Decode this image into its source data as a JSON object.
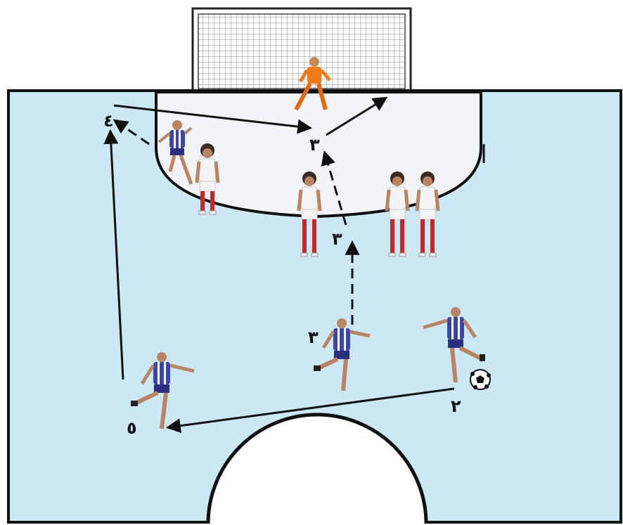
{
  "colors": {
    "pitch": "#cde8f5",
    "area": "#f2f4f7",
    "line": "#111111",
    "attacker_shirt": "#3b46a8",
    "attacker_stripe": "#ffffff",
    "defender_shirt": "#f4f4f4",
    "defender_socks": "#c62828",
    "goalkeeper": "#f07a1a",
    "net": "#888888",
    "ball": "#ffffff"
  },
  "labels": {
    "p3_near_goal": "٣",
    "p4": "٤",
    "p3_run_mid": "٣",
    "p3_player": "٣",
    "p2": "٢",
    "p5": "٥"
  },
  "icons": {
    "ball": "soccer-ball-icon"
  }
}
